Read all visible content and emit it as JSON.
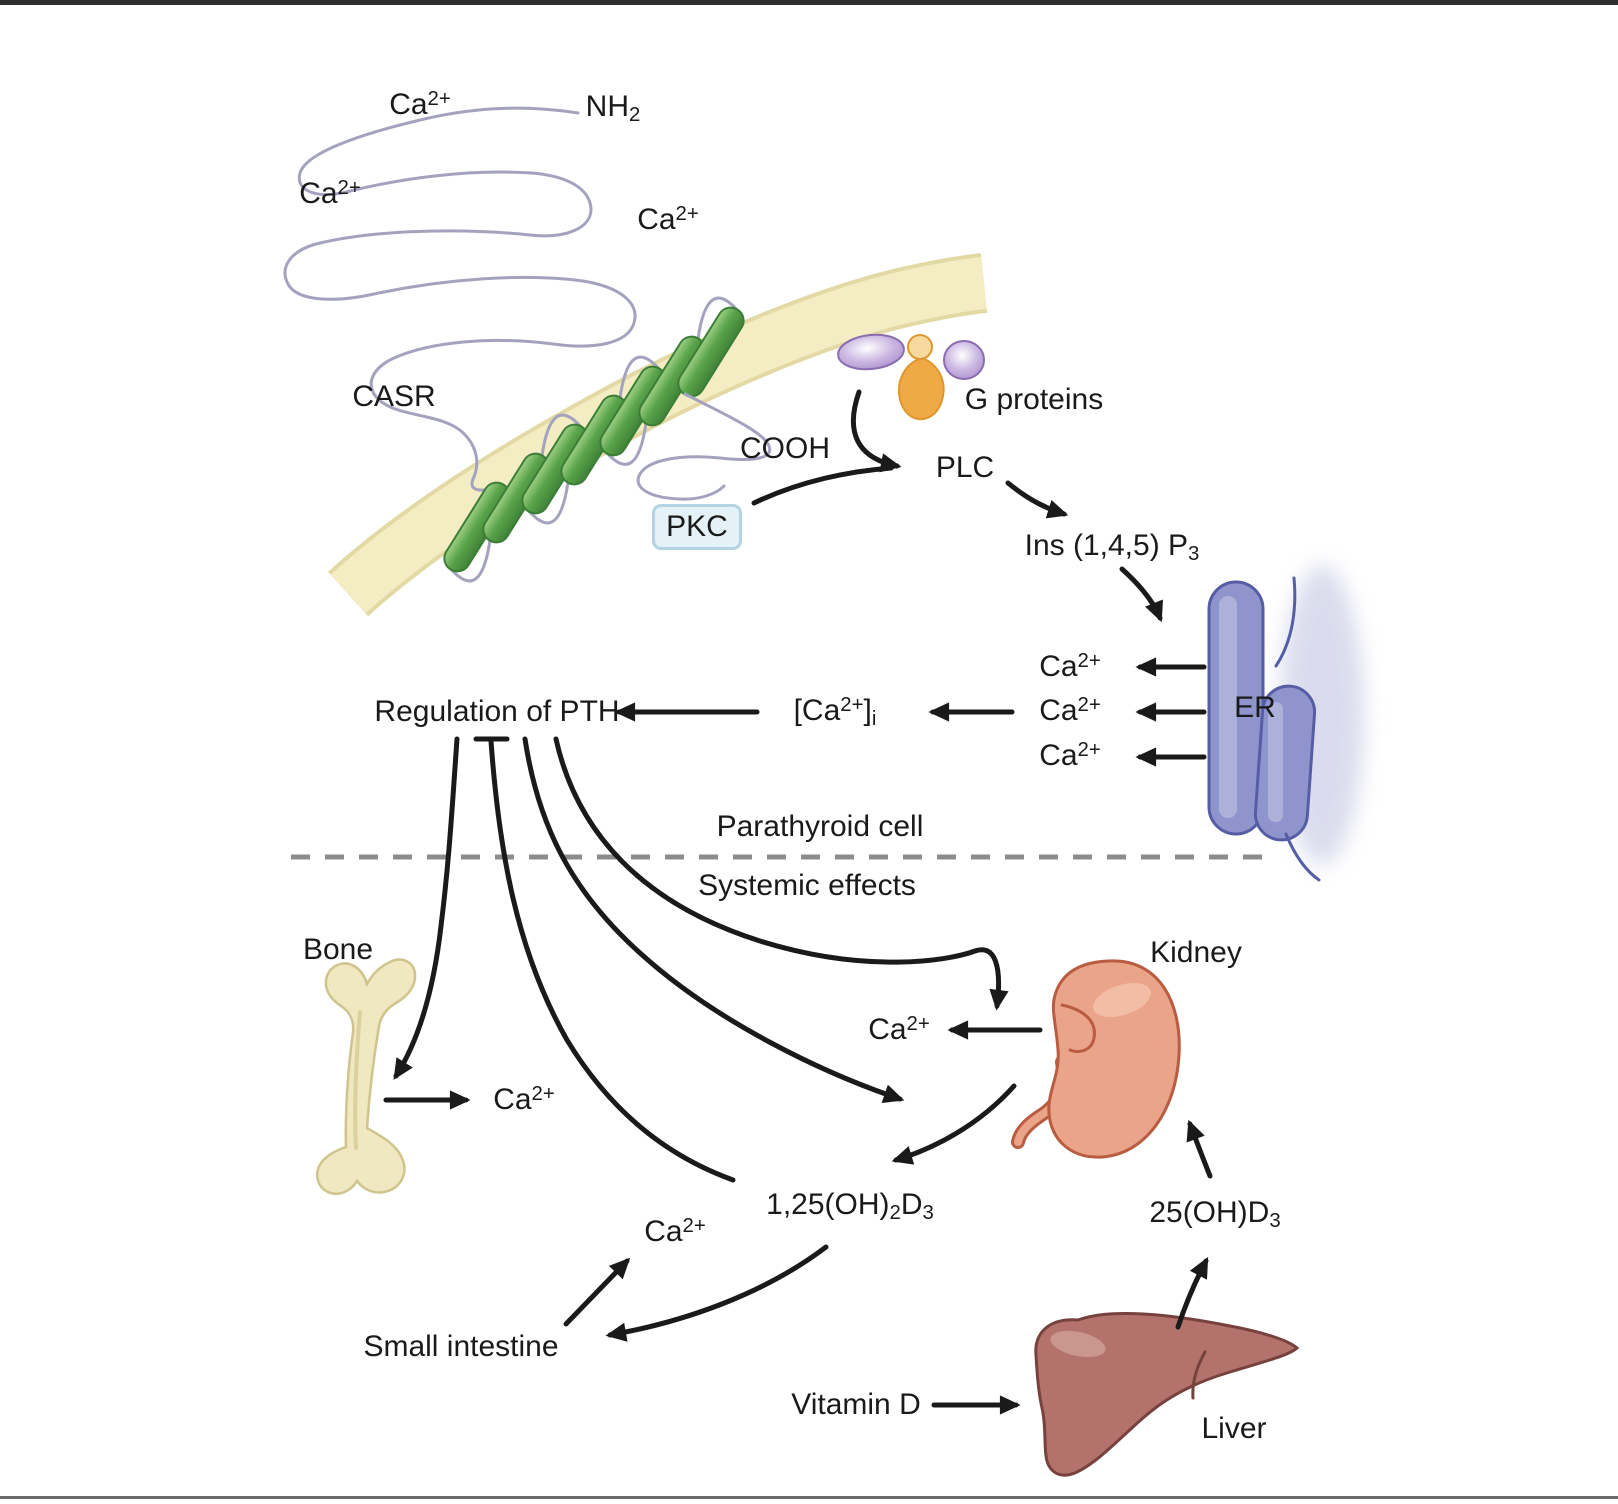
{
  "diagram": {
    "ligand": {
      "base": "Ca",
      "sup": "2+"
    },
    "receptor": {
      "name": "CASR",
      "n_terminus": {
        "base": "NH",
        "sub": "2"
      },
      "c_terminus": "COOH"
    },
    "signaling": {
      "g_proteins": "G proteins",
      "plc": "PLC",
      "pkc": "PKC",
      "ip3": {
        "base": "Ins (1,4,5) P",
        "sub": "3"
      },
      "er": "ER",
      "ca_i": {
        "p1": "[Ca",
        "sup": "2+",
        "p2": "]",
        "sub": "i"
      },
      "regulation": "Regulation of PTH"
    },
    "regions": {
      "top": "Parathyroid cell",
      "bottom": "Systemic effects"
    },
    "organs": {
      "bone": "Bone",
      "kidney": "Kidney",
      "small_intestine": "Small intestine",
      "liver": "Liver"
    },
    "metabolites": {
      "vitamin_d": "Vitamin D",
      "d25": {
        "p1": "25(OH)D",
        "s1": "3"
      },
      "d125": {
        "p1": "1,25(OH)",
        "s1": "2",
        "p2": "D",
        "s2": "3"
      }
    }
  },
  "colors": {
    "text": "#1a1a1a",
    "arrow": "#1a1a1a",
    "loop": "#a3a3bf",
    "membrane_fill": "#f4edc4",
    "membrane_edge": "#e3d9a5",
    "helix_edge": "#3c7d36",
    "gp_purple_edge": "#8a6cb0",
    "gp_orange": "#f0aa45",
    "gp_orange_edge": "#e0962f",
    "gp_orange_hi": "#f8d9a0",
    "pkc_fill": "#e4f1f7",
    "pkc_edge": "#b5d4e2",
    "er_fill": "#8f95cc",
    "er_edge": "#565da5",
    "er_hi": "#c6c9e6",
    "er_shadow": "#c2c6e2",
    "kidney_fill": "#eaa489",
    "kidney_edge": "#b95c41",
    "kidney_hi": "#f4c5ad",
    "liver_fill": "#b3736c",
    "liver_edge": "#77423e",
    "liver_hi": "#cfa099",
    "bone_fill": "#efe8c0",
    "bone_edge": "#d0c48e",
    "bone_shade": "#d8cc96",
    "dashed": "#8c8c8c",
    "top_bar": "#2e2e2e",
    "bottom_bar": "#6a6a6a"
  }
}
